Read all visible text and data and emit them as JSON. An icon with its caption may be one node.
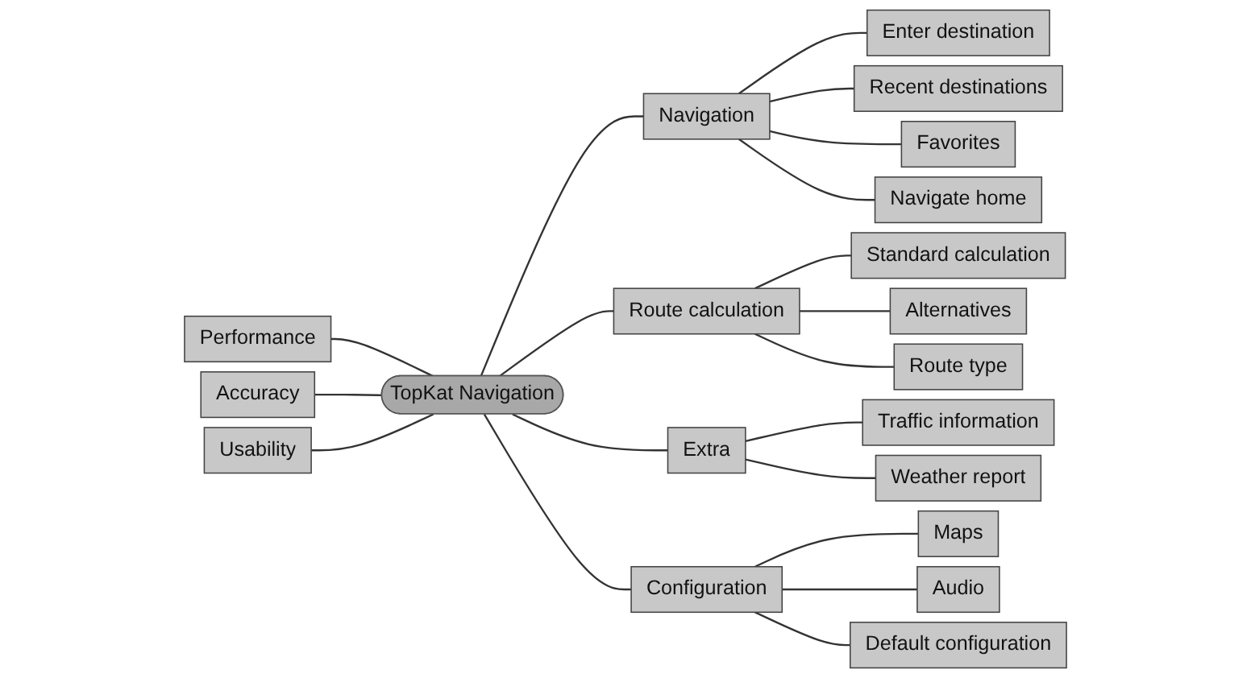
{
  "diagram": {
    "nodes": [
      {
        "text": [
          "Performance"
        ]
      },
      {
        "text": [
          "Accuracy"
        ]
      },
      {
        "text": [
          "Usability"
        ]
      },
      {
        "text": [
          "TopKat Navigation"
        ]
      },
      {
        "text": [
          "Navigation"
        ]
      },
      {
        "text": [
          "Enter destination"
        ]
      },
      {
        "text": [
          "Recent destinations"
        ]
      },
      {
        "text": [
          "Favorites"
        ]
      },
      {
        "text": [
          "Navigate home"
        ]
      },
      {
        "text": [
          "Route calculation"
        ]
      },
      {
        "text": [
          "Standard calculation"
        ]
      },
      {
        "text": [
          "Alternatives"
        ]
      },
      {
        "text": [
          "Route type"
        ]
      },
      {
        "text": [
          "Extra"
        ]
      },
      {
        "text": [
          "Traffic information"
        ]
      },
      {
        "text": [
          "Weather report"
        ]
      },
      {
        "text": [
          "Configuration"
        ]
      },
      {
        "text": [
          "Maps"
        ]
      },
      {
        "text": [
          "Audio"
        ]
      },
      {
        "text": [
          "Default configuration"
        ]
      }
    ],
    "edges": [
      {
        "from": 0,
        "to": 3,
        "arrow": "none"
      },
      {
        "from": 1,
        "to": 3,
        "arrow": "none"
      },
      {
        "from": 2,
        "to": 3,
        "arrow": "none"
      },
      {
        "from": 3,
        "to": 4,
        "arrow": "none"
      },
      {
        "from": 4,
        "to": 5,
        "arrow": "none"
      },
      {
        "from": 4,
        "to": 6,
        "arrow": "none"
      },
      {
        "from": 4,
        "to": 7,
        "arrow": "none"
      },
      {
        "from": 4,
        "to": 8,
        "arrow": "none"
      },
      {
        "from": 3,
        "to": 9,
        "arrow": "none"
      },
      {
        "from": 9,
        "to": 10,
        "arrow": "none"
      },
      {
        "from": 9,
        "to": 11,
        "arrow": "none"
      },
      {
        "from": 9,
        "to": 12,
        "arrow": "none"
      },
      {
        "from": 3,
        "to": 13,
        "arrow": "none"
      },
      {
        "from": 13,
        "to": 14,
        "arrow": "none"
      },
      {
        "from": 13,
        "to": 15,
        "arrow": "none"
      },
      {
        "from": 3,
        "to": 16,
        "arrow": "none"
      },
      {
        "from": 16,
        "to": 17,
        "arrow": "none"
      },
      {
        "from": 16,
        "to": 18,
        "arrow": "none"
      },
      {
        "from": 16,
        "to": 19,
        "arrow": "none"
      }
    ]
  }
}
